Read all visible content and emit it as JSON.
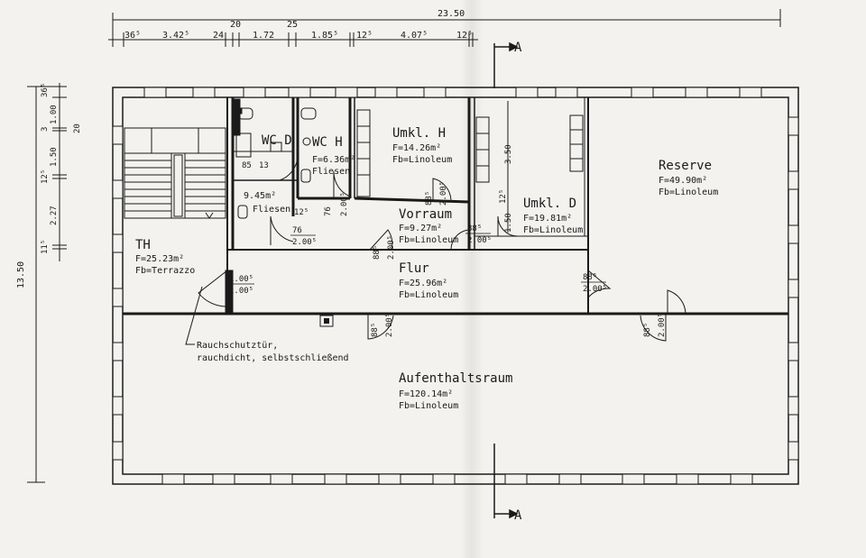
{
  "top_dimensions": {
    "overall": "23.50",
    "segments": [
      "36⁵",
      "3.42⁵",
      "24",
      "20",
      "1.72",
      "25",
      "1.85⁵",
      "12⁵",
      "4.07⁵",
      "12⁵"
    ]
  },
  "left_dimensions": {
    "overall": "13.50",
    "segments": [
      "36⁵",
      "1.00",
      "3",
      "1.50",
      "12⁵",
      "2.27",
      "11⁵"
    ],
    "total_upper": "20"
  },
  "rooms": {
    "th": {
      "name": "TH",
      "area": "F=25.23m²",
      "floor": "Fb=Terrazzo"
    },
    "wc_d": {
      "name": "WC D"
    },
    "wc_h": {
      "name": "WC H",
      "area": "F=6.36m²",
      "floor": "Fliesen"
    },
    "wc_small": {
      "area": "9.45m²",
      "floor": "Fliesen"
    },
    "umkl_h": {
      "name": "Umkl. H",
      "area": "F=14.26m²",
      "floor": "Fb=Linoleum"
    },
    "umkl_d": {
      "name": "Umkl. D",
      "area": "F=19.81m²",
      "floor": "Fb=Linoleum"
    },
    "reserve": {
      "name": "Reserve",
      "area": "F=49.90m²",
      "floor": "Fb=Linoleum"
    },
    "vorraum": {
      "name": "Vorraum",
      "area": "F=9.27m²",
      "floor": "Fb=Linoleum"
    },
    "flur": {
      "name": "Flur",
      "area": "F=25.96m²",
      "floor": "Fb=Linoleum"
    },
    "aufenthalt": {
      "name": "Aufenthaltsraum",
      "area": "F=120.14m²",
      "floor": "Fb=Linoleum"
    }
  },
  "annotations": {
    "rauchschutz_line1": "Rauchschutztür,",
    "rauchschutz_line2": "rauchdicht, selbstschließend",
    "section_label_top": "A",
    "section_label_bottom": "A"
  },
  "door_labels": {
    "th_door_w": "1.00⁵",
    "th_door_h": "2.00⁵",
    "wc_door_w": "76",
    "wc_door_h": "2.00⁵",
    "wc_door_12": "12⁵",
    "wch_door_w": "76",
    "wch_door_h": "2.00⁵",
    "umklh_door_w": "88⁵",
    "umklh_door_h": "2.00⁵",
    "vorraum_door_w": "88⁵",
    "vorraum_door_h": "2.00⁵",
    "umkld_door_w": "88⁵",
    "umkld_door_h": "2.00⁵",
    "reserve_door_w": "88⁵",
    "reserve_door_h": "2.00⁵",
    "flur_door_w": "88⁵",
    "flur_door_h": "2.00⁵",
    "aufent_door_w": "88⁵",
    "aufent_door_h": "2.00⁵",
    "umkld_3_50": "3.50",
    "umkld_12": "12⁵",
    "umkld_1_50": "1.50",
    "wc_85": "85",
    "wc_13": "13"
  }
}
